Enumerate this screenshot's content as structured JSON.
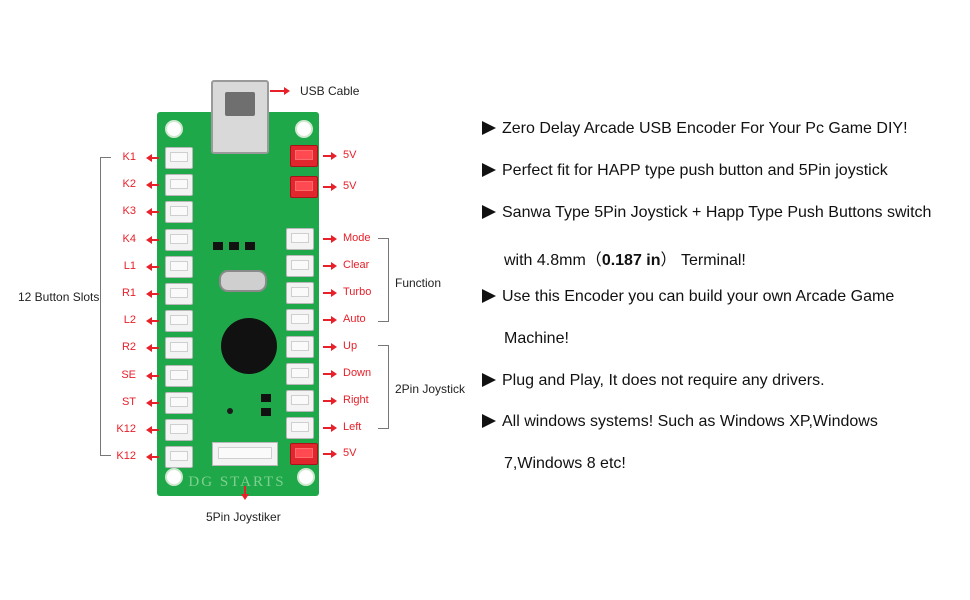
{
  "callouts": {
    "usb_cable": "USB Cable",
    "joystiker": "5Pin Joystiker",
    "button_slots": "12 Button Slots",
    "function": "Function",
    "joystick_2pin": "2Pin Joystick"
  },
  "left_pins": [
    "K1",
    "K2",
    "K3",
    "K4",
    "L1",
    "R1",
    "L2",
    "R2",
    "SE",
    "ST",
    "K12",
    "K12"
  ],
  "right_pins": [
    "5V",
    "5V",
    "Mode",
    "Clear",
    "Turbo",
    "Auto",
    "Up",
    "Down",
    "Right",
    "Left",
    "5V"
  ],
  "board": {
    "silkscreen": "DG STARTS"
  },
  "features": {
    "f1": "Zero Delay Arcade USB Encoder For Your Pc Game DIY!",
    "f2": "Perfect fit for HAPP type push button and 5Pin joystick",
    "f3": "Sanwa Type 5Pin Joystick + Happ Type Push Buttons switch",
    "f3b_pre": "with 4.8mm（",
    "f3b_bold": "0.187 in",
    "f3b_post": "） Terminal!",
    "f4": "Use this Encoder you can build your own Arcade Game",
    "f4b": "Machine!",
    "f5": "Plug and Play, It does not require any drivers.",
    "f6": "All windows systems! Such as Windows XP,Windows",
    "f6b": "7,Windows 8 etc!"
  },
  "colors": {
    "board_green": "#1fa84a",
    "accent_red": "#e8202a"
  }
}
